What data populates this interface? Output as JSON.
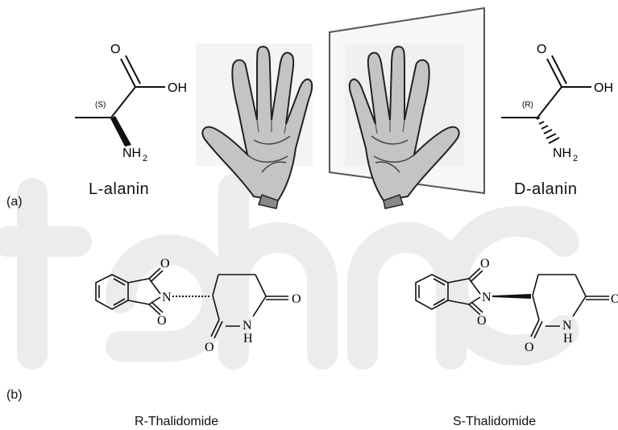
{
  "panel_a": {
    "label": "(a)",
    "left_molecule": {
      "name": "L-alanin",
      "config": "(S)",
      "atoms": {
        "oxygen_double": "O",
        "hydroxyl": "OH",
        "amine_n": "NH",
        "amine_sub": "2"
      }
    },
    "right_molecule": {
      "name": "D-alanin",
      "config": "(R)",
      "atoms": {
        "oxygen_double": "O",
        "hydroxyl": "OH",
        "amine_n": "NH",
        "amine_sub": "2"
      }
    }
  },
  "panel_b": {
    "label": "(b)",
    "left_molecule": {
      "name": "R-Thalidomide",
      "atoms": {
        "o_top": "O",
        "o_bottom": "O",
        "n_imide": "N",
        "o_right": "O",
        "nh_n": "N",
        "nh_h": "H",
        "o_lower": "O"
      }
    },
    "right_molecule": {
      "name": "S-Thalidomide",
      "atoms": {
        "o_top": "O",
        "o_bottom": "O",
        "n_imide": "N",
        "o_right": "O",
        "nh_n": "N",
        "nh_h": "H",
        "o_lower": "O"
      }
    }
  },
  "colors": {
    "ink": "#111111",
    "mirror_edge": "#555555",
    "skin": "#b9b9b9",
    "watermark": "#ececec"
  }
}
